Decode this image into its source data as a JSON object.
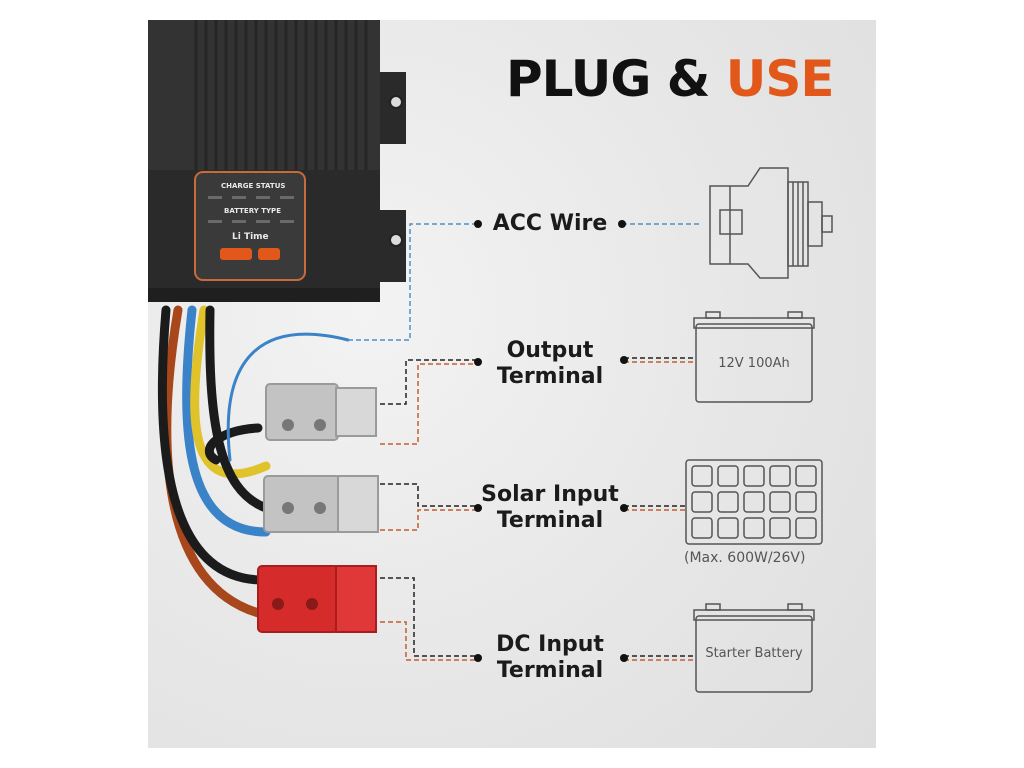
{
  "title": {
    "part1": "PLUG & ",
    "part2": "USE",
    "accent_color": "#e2581b"
  },
  "controller": {
    "charge_status_label": "CHARGE STATUS",
    "battery_type_label": "BATTERY TYPE",
    "brand": "Li Time"
  },
  "connections": [
    {
      "id": "acc",
      "line1": "ACC Wire",
      "line2": "",
      "device": "alternator",
      "device_text": ""
    },
    {
      "id": "output",
      "line1": "Output",
      "line2": "Terminal",
      "device": "battery",
      "device_text": "12V 100Ah"
    },
    {
      "id": "solar",
      "line1": "Solar Input",
      "line2": "Terminal",
      "device": "solar-panel",
      "device_text": "(Max. 600W/26V)"
    },
    {
      "id": "dc",
      "line1": "DC Input",
      "line2": "Terminal",
      "device": "battery",
      "device_text": "Starter Battery"
    }
  ]
}
